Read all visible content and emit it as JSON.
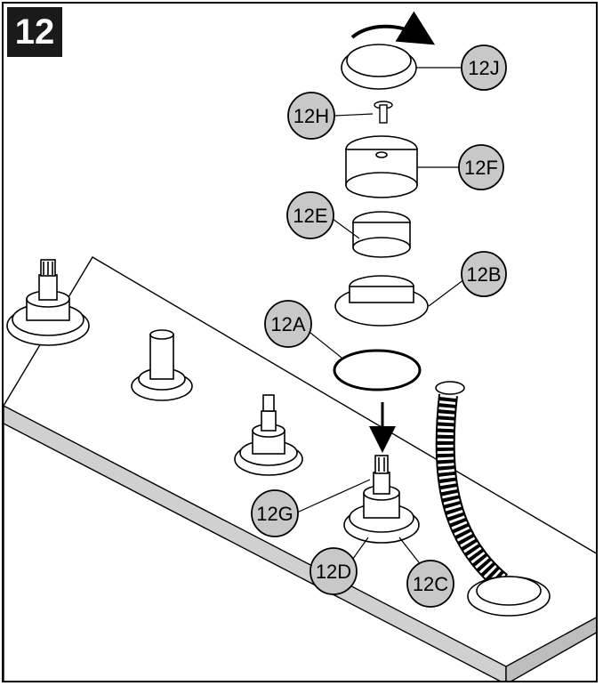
{
  "step": {
    "number": "12"
  },
  "callouts": {
    "j": "12J",
    "h": "12H",
    "f": "12F",
    "e": "12E",
    "b": "12B",
    "a": "12A",
    "g": "12G",
    "d": "12D",
    "c": "12C"
  },
  "colors": {
    "callout_fill": "#c8c8c8",
    "line": "#000000",
    "deck_top": "#ffffff",
    "deck_edge": "#d0d0d0"
  }
}
